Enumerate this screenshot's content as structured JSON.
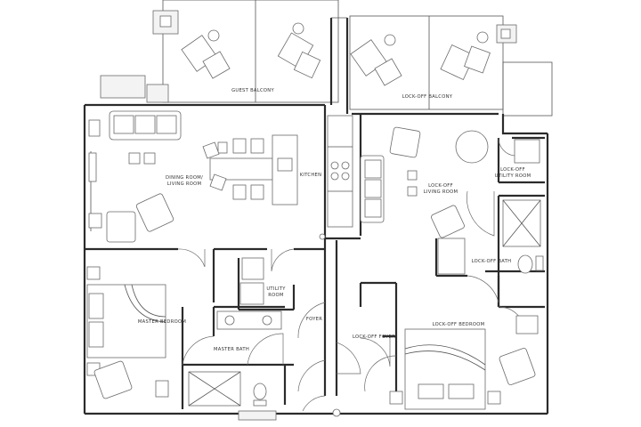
{
  "rooms": {
    "guest_balcony": "GUEST BALCONY",
    "lockoff_balcony": "LOCK-OFF BALCONY",
    "dining_living_line1": "DINING ROOM/",
    "dining_living_line2": "LIVING ROOM",
    "kitchen": "KITCHEN",
    "lockoff_living_line1": "LOCK-OFF",
    "lockoff_living_line2": "LIVING ROOM",
    "lockoff_utility_line1": "LOCK-OFF",
    "lockoff_utility_line2": "UTILITY ROOM",
    "lockoff_bath": "LOCK-OFF BATH",
    "utility_line1": "UTILITY",
    "utility_line2": "ROOM",
    "master_bedroom": "MASTER BEDROOM",
    "foyer": "FOYER",
    "lockoff_foyer": "LOCK-OFF FOYER",
    "master_bath": "MASTER BATH",
    "lockoff_bedroom": "LOCK-OFF BEDROOM"
  },
  "colors": {
    "wall": "#2b2b2b",
    "furniture": "#6a6a6a",
    "background": "#ffffff"
  }
}
